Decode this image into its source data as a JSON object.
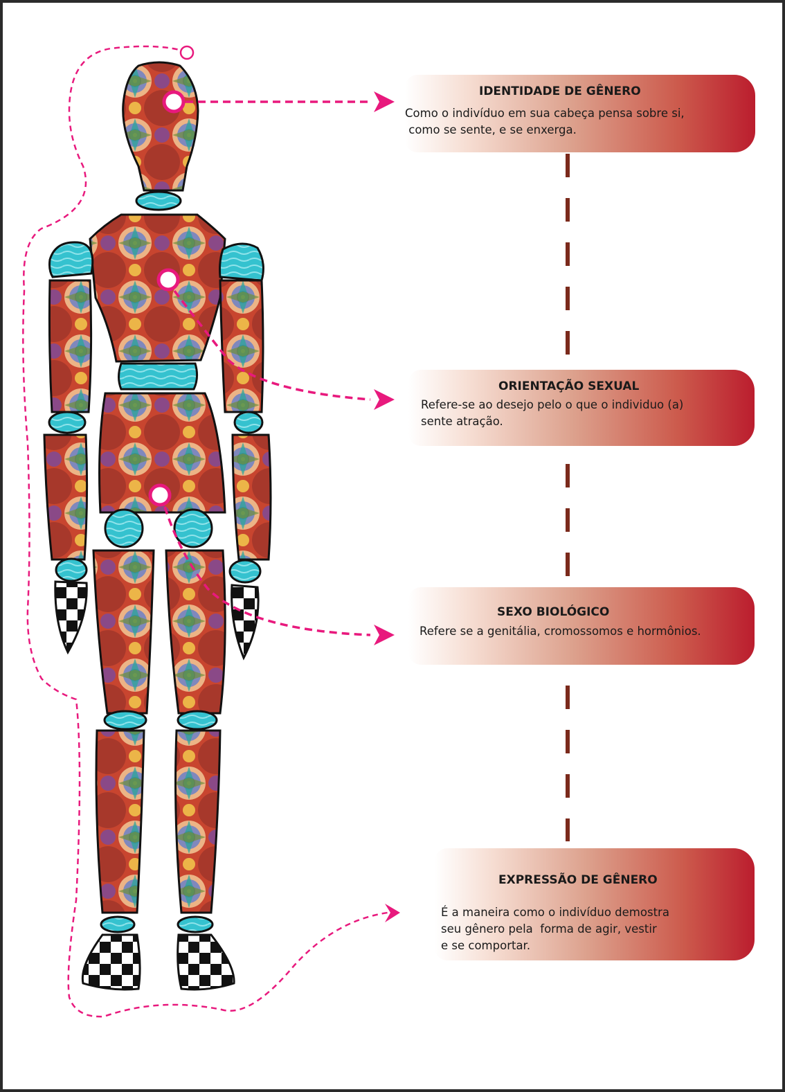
{
  "cards": {
    "identidade": {
      "title": "IDENTIDADE DE GÊNERO",
      "lines": [
        "Como o indivíduo em sua cabeça pensa sobre si,",
        " como se sente, e se enxerga."
      ]
    },
    "orientacao": {
      "title": "ORIENTAÇÃO SEXUAL",
      "lines": [
        "Refere-se ao desejo pelo o que o individuo (a)",
        "sente atração."
      ]
    },
    "sexo": {
      "title": "SEXO BIOLÓGICO",
      "lines": [
        "Refere se a genitália, cromossomos e hormônios."
      ]
    },
    "expressao": {
      "title": "EXPRESSÃO DE GÊNERO",
      "lines": [
        "É a maneira como o indivíduo demostra",
        "seu gênero pela  forma de agir, vestir",
        "e se comportar."
      ]
    }
  },
  "colors": {
    "frame": "#2b2b2b",
    "accent_magenta": "#e8197d",
    "connector_brown": "#7b2a1c",
    "card_gradient_start": "#ffffff",
    "card_gradient_end": "#bb1d2e",
    "mannequin_base": "#c8452f",
    "joint_teal": "#35c2cf",
    "pattern_yellow": "#f2c94c",
    "pattern_purple": "#7a4a9e",
    "pattern_green": "#6f8f3a"
  }
}
